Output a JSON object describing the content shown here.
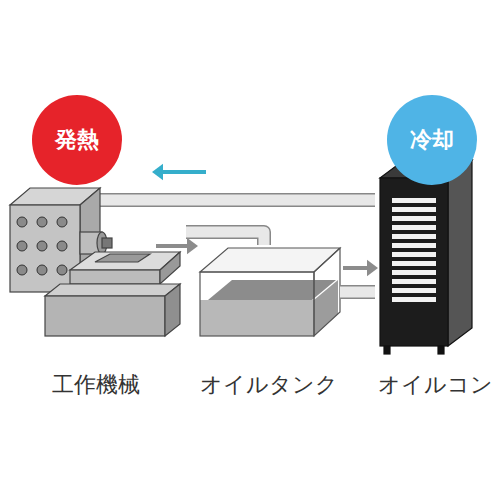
{
  "diagram": {
    "nodes": [
      {
        "text": [
          "発熱"
        ]
      },
      {
        "text": [
          "冷却"
        ]
      },
      {
        "text": [
          "工作機械"
        ]
      },
      {
        "text": [
          "オイルタンク"
        ]
      },
      {
        "text": [
          "オイルコン"
        ]
      }
    ],
    "edges": [
      {
        "from": 4,
        "to": 2,
        "arrow": "to"
      },
      {
        "from": 2,
        "to": 3,
        "arrow": "to"
      },
      {
        "from": 3,
        "to": 4,
        "arrow": "to"
      }
    ]
  }
}
